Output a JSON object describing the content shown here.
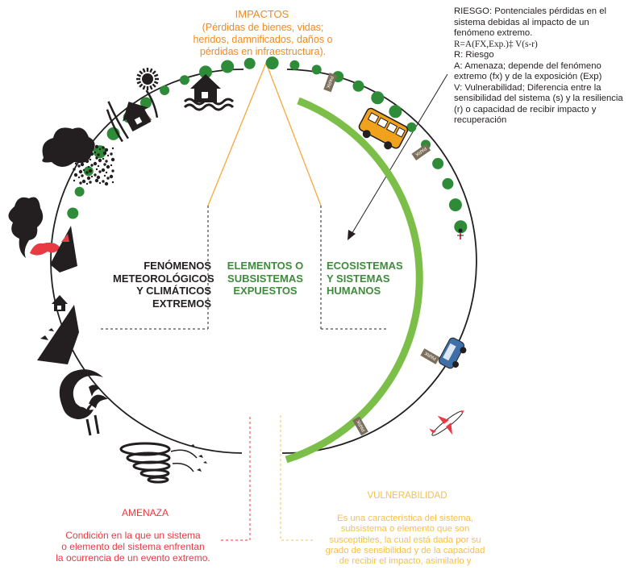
{
  "impactos": {
    "title": "IMPACTOS",
    "lines": [
      "(Pérdidas de bienes, vidas;",
      "heridos, damnificados, daños o",
      "pérdidas en infraestructura)."
    ]
  },
  "riesgo": {
    "lines": [
      "RIESGO: Pontenciales pérdidas en el",
      "sistema debidas al impacto de un",
      "fenómeno extremo.",
      "R=A(FX,Exp.)‡ V(s-r)",
      "R: Riesgo",
      "A: Amenaza; depende del fenómeno",
      "extremo (fx) y de la exposición (Exp)",
      "V: Vulnerabilidad; Diferencia entre la",
      "sensibilidad del sistema (s) y la resiliencia",
      "(r) o capacidad de recibir impacto y",
      "recuperación"
    ]
  },
  "inner": {
    "fenomenos": [
      "FENÓMENOS",
      "METEOROLÓGICOS",
      "Y CLIMÁTICOS",
      "EXTREMOS"
    ],
    "elementos": [
      "ELEMENTOS O",
      "SUBSISTEMAS",
      "EXPUESTOS"
    ],
    "ecosistemas": [
      "ECOSISTEMAS",
      "Y SISTEMAS",
      "HUMANOS"
    ]
  },
  "amenaza": {
    "title": "AMENAZA",
    "lines": [
      "Condición en la que un sistema",
      "o elemento del sistema enfrentan",
      "la ocurrencia de un evento extremo."
    ]
  },
  "vulnerabilidad": {
    "title": "VULNERABILIDAD",
    "lines": [
      "Es una característica del sistema,",
      "subsistema o elemento que son",
      "susceptibles, la cual está dada por su",
      "grado de sensibilidad y de la capacidad",
      "de recibir el impacto, asimilarlo y"
    ]
  },
  "road_sign_label": "PARK",
  "colors": {
    "impactos": "#f18a21",
    "amenaza": "#e83a42",
    "vulnerabilidad": "#f7c04a",
    "green_text": "#3f8b3d",
    "ground": "#7cbf48",
    "trees": "#2e8b37",
    "bus": "#f0a21d"
  },
  "icons": [
    "sun-icon",
    "house-in-storm-icon",
    "flooded-house-icon",
    "hail-icon",
    "volcano-icon",
    "landslide-icon",
    "wave-icon",
    "tornado-icon",
    "bus-icon",
    "car-icon",
    "airplane-icon",
    "person-icon"
  ]
}
